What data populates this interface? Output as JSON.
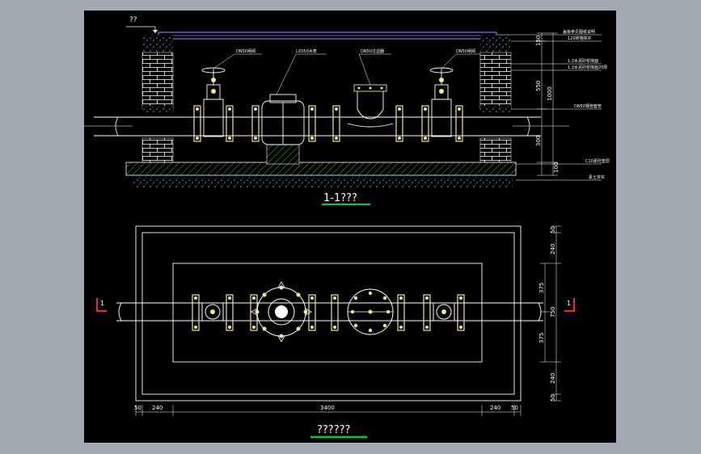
{
  "colors": {
    "app_background": "#a3a9b3",
    "viewport": "#000000",
    "line": "#ffffff",
    "flange": "#f0e68c",
    "pipe": "#ffffff",
    "cover": "#6a5acd",
    "brick": "#ffffff",
    "gravel": "#33ccff",
    "hatch": "#7fff00",
    "title_underline": "#00cc44",
    "section_mark": "#ff2222"
  },
  "section_view": {
    "title": "1-1???",
    "top_mark": "??",
    "labels": {
      "left_valve": "DN50闸阀",
      "meter": "LXS50水表",
      "right_filter": "DN50过滤器",
      "right_valve": "DN50闸阀",
      "cover_note": "盖板参见图纸说明",
      "brick_note": "120砖墙抹灰",
      "side_note_1": "1:2水泥砂浆抹面",
      "side_note_2": "1:2水泥砂浆抹面20厚",
      "pipe_note": "DN50钢管套管",
      "base_note": "C10素砼垫层",
      "soil_note": "素土夯实"
    },
    "dims": {
      "d150": "150",
      "d550": "550",
      "d1000": "1000",
      "d300": "300",
      "d100": "100"
    }
  },
  "plan_view": {
    "title": "??????",
    "section_left": "1",
    "section_right": "1",
    "dims_bottom": {
      "a": "50",
      "b": "240",
      "c": "3400",
      "d": "240",
      "e": "50"
    },
    "dims_right": {
      "a": "50",
      "b": "240",
      "c": "375",
      "d": "750",
      "e": "375",
      "f": "240",
      "g": "50"
    }
  }
}
